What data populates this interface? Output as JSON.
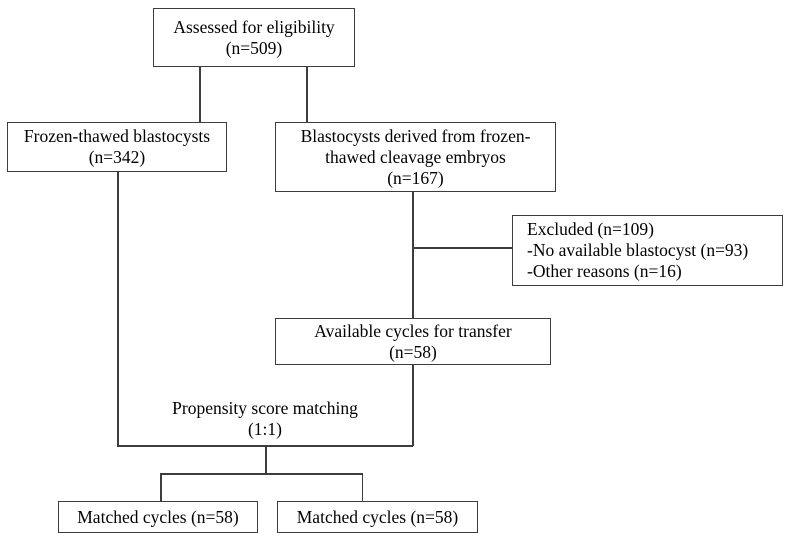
{
  "flowchart": {
    "type": "consort-flow-diagram",
    "colors": {
      "background": "#ffffff",
      "line": "#3d3d3d",
      "text": "#000000",
      "box_fill": "#ffffff"
    },
    "boxes": {
      "assessed": {
        "lines": [
          "Assessed for eligibility",
          "(n=509)"
        ]
      },
      "frozen": {
        "lines": [
          "Frozen-thawed blastocysts",
          "(n=342)"
        ]
      },
      "derived": {
        "lines": [
          "Blastocysts derived from frozen-",
          "thawed cleavage embryos",
          "(n=167)"
        ]
      },
      "excluded": {
        "lines": [
          "Excluded (n=109)",
          "-No available blastocyst (n=93)",
          "-Other reasons (n=16)"
        ]
      },
      "available": {
        "lines": [
          "Available cycles for transfer",
          "(n=58)"
        ]
      },
      "propensity": {
        "lines": [
          "Propensity score matching",
          "(1:1)"
        ]
      },
      "matched_left": {
        "lines": [
          "Matched cycles (n=58)"
        ]
      },
      "matched_right": {
        "lines": [
          "Matched cycles (n=58)"
        ]
      }
    }
  }
}
